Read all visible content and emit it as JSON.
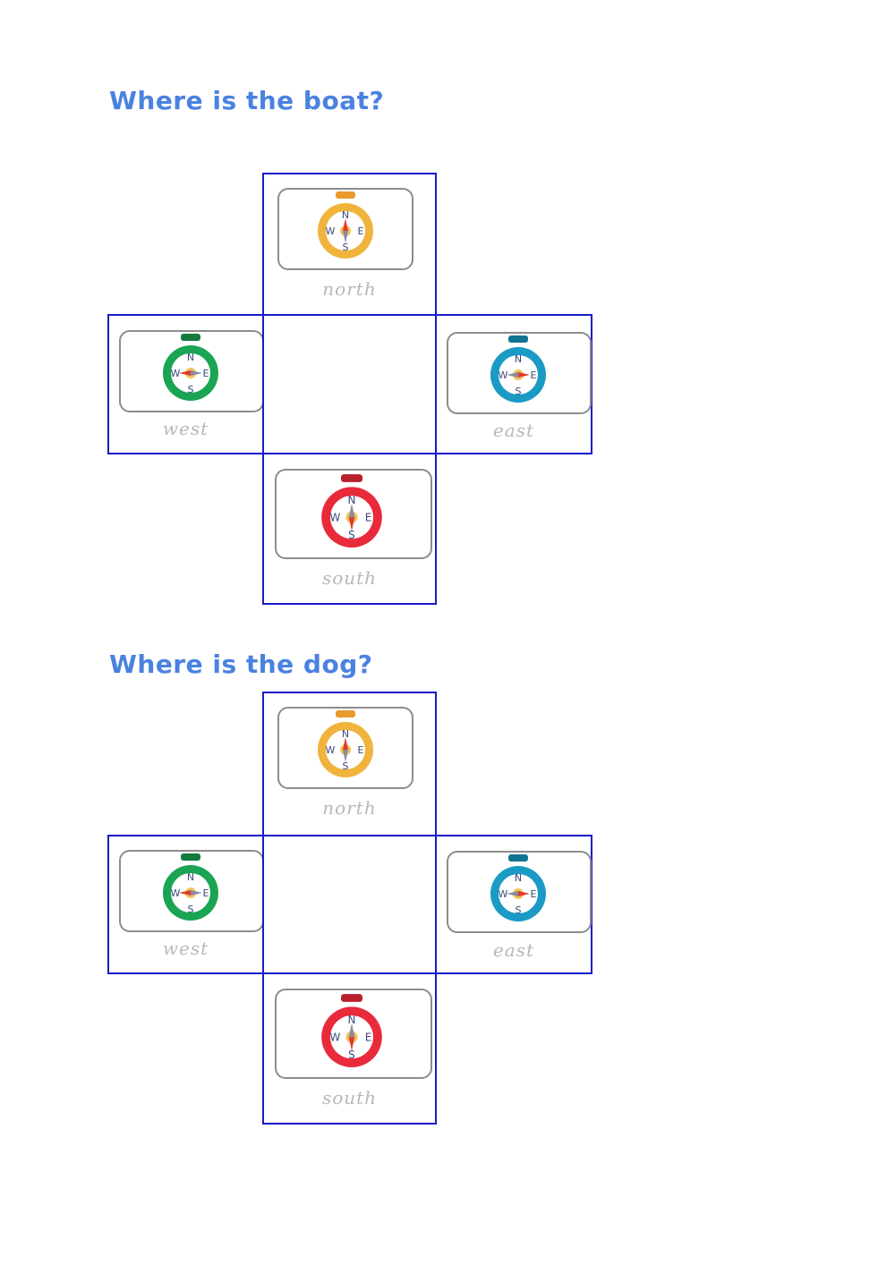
{
  "worksheet": {
    "sections": [
      {
        "title": "Where is the boat?",
        "center_cell": "",
        "directions": [
          {
            "position": "top",
            "label": "north",
            "compass_color": "#f0b43c",
            "strap_color": "#e89a2c",
            "needle_points": "north"
          },
          {
            "position": "left",
            "label": "west",
            "compass_color": "#1aa454",
            "strap_color": "#137a3e",
            "needle_points": "west"
          },
          {
            "position": "right",
            "label": "east",
            "compass_color": "#1a9ac4",
            "strap_color": "#137393",
            "needle_points": "east"
          },
          {
            "position": "bottom",
            "label": "south",
            "compass_color": "#e82a3a",
            "strap_color": "#b81e2c",
            "needle_points": "south"
          }
        ]
      },
      {
        "title": "Where is the dog?",
        "center_cell": "",
        "directions": [
          {
            "position": "top",
            "label": "north",
            "compass_color": "#f0b43c",
            "strap_color": "#e89a2c",
            "needle_points": "north"
          },
          {
            "position": "left",
            "label": "west",
            "compass_color": "#1aa454",
            "strap_color": "#137a3e",
            "needle_points": "west"
          },
          {
            "position": "right",
            "label": "east",
            "compass_color": "#1a9ac4",
            "strap_color": "#137393",
            "needle_points": "east"
          },
          {
            "position": "bottom",
            "label": "south",
            "compass_color": "#e82a3a",
            "strap_color": "#b81e2c",
            "needle_points": "south"
          }
        ]
      }
    ],
    "compass_letters": {
      "n": "N",
      "e": "E",
      "s": "S",
      "w": "W"
    },
    "colors": {
      "title": "#4a82e0",
      "grid_border": "#1a1acc",
      "card_border": "#8c8c8c",
      "label_text": "#b8b8b8",
      "needle_red": "#e23a2a",
      "needle_gray": "#8a8aa0",
      "hub": "#f2c45a"
    }
  }
}
